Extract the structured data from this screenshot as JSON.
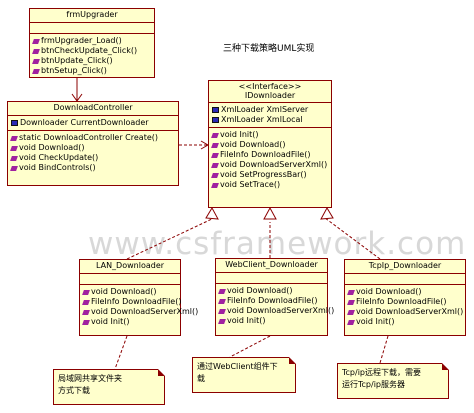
{
  "title": "三种下载策略UML实现",
  "watermark": "www.csframework.com",
  "frmUpgrader": {
    "name": "frmUpgrader",
    "methods": [
      "frmUpgrader_Load()",
      "btnCheckUpdate_Click()",
      "btnUpdate_Click()",
      "btnSetup_Click()"
    ]
  },
  "DownloadController": {
    "name": "DownloadController",
    "attributes": [
      "Downloader CurrentDownloader"
    ],
    "methods": [
      "static DownloadController Create()",
      "void Download()",
      "void CheckUpdate()",
      "void BindControls()"
    ]
  },
  "IDownloader": {
    "stereotype": "<<Interface>>",
    "name": "IDownloader",
    "attributes": [
      "XmlLoader XmlServer",
      "XmlLoader XmlLocal"
    ],
    "methods": [
      "void Init()",
      "void Download()",
      "FileInfo DownloadFile()",
      "void DownloadServerXml()",
      "void SetProgressBar()",
      "void SetTrace()"
    ]
  },
  "LAN_Downloader": {
    "name": "LAN_Downloader",
    "methods": [
      "void Download()",
      "FileInfo DownloadFile()",
      "void DownloadServerXml()",
      "void Init()"
    ]
  },
  "WebClient_Downloader": {
    "name": "WebClient_Downloader",
    "methods": [
      "void Download()",
      "FileInfo DownloadFile()",
      "void DownloadServerXml()",
      "void Init()"
    ]
  },
  "TcpIp_Downloader": {
    "name": "TcpIp_Downloader",
    "methods": [
      "void Download()",
      "FileInfo DownloadFile()",
      "void DownloadServerXml()",
      "void Init()"
    ]
  },
  "notes": {
    "lan": "局域网共享文件夹\n方式下载",
    "webclient": "通过WebClient组件下\n载",
    "tcpip": "Tcp/ip远程下载，需要\n运行Tcp/ip服务器"
  },
  "colors": {
    "box_fill": "#ffffcc",
    "box_border": "#8b0000",
    "method_icon": "#a020a0",
    "attr_icon": "#2b2bb4",
    "connector": "#8b0000"
  }
}
